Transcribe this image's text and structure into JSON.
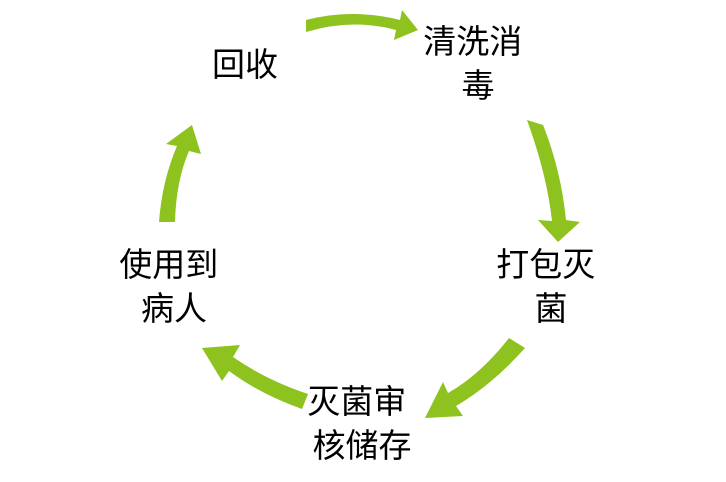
{
  "diagram": {
    "type": "cycle",
    "arrow_color": "#8dc21f",
    "nodes": [
      {
        "id": "recycle",
        "lines": [
          "回收"
        ]
      },
      {
        "id": "clean",
        "lines": [
          "清洗消",
          "毒"
        ]
      },
      {
        "id": "pack",
        "lines": [
          "打包灭",
          "菌"
        ]
      },
      {
        "id": "store",
        "lines": [
          "灭菌审",
          "核储存"
        ]
      },
      {
        "id": "use",
        "lines": [
          "使用到",
          "病人"
        ]
      }
    ],
    "arrows": [
      {
        "from": "recycle",
        "to": "clean"
      },
      {
        "from": "clean",
        "to": "pack"
      },
      {
        "from": "pack",
        "to": "store"
      },
      {
        "from": "store",
        "to": "use"
      },
      {
        "from": "use",
        "to": "recycle"
      }
    ]
  }
}
